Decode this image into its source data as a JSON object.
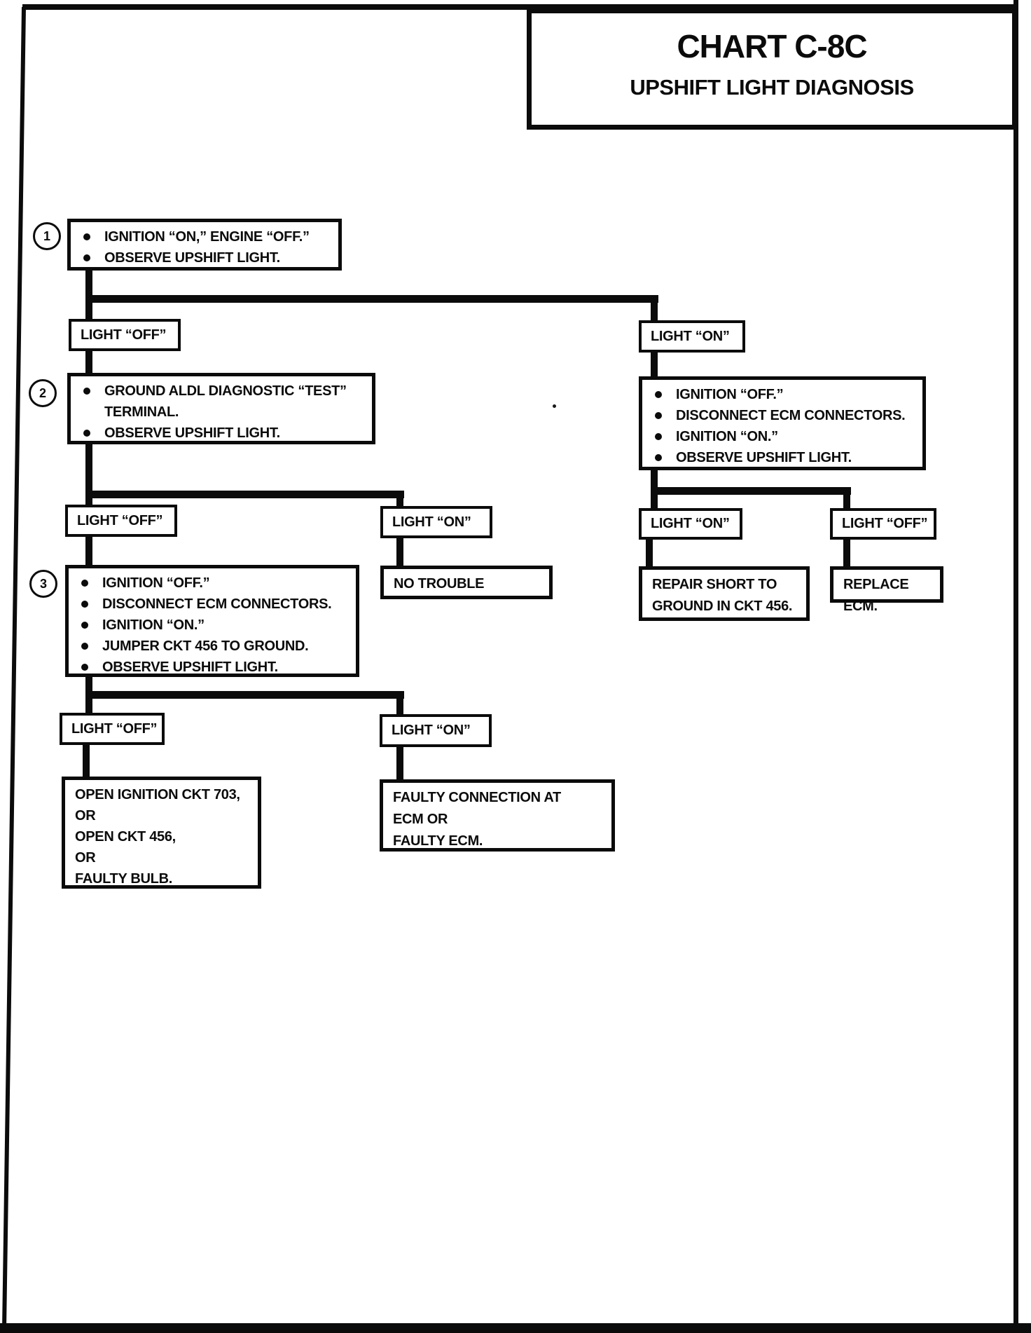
{
  "title": {
    "chart_code": "CHART C-8C",
    "subtitle": "UPSHIFT LIGHT DIAGNOSIS"
  },
  "flow": {
    "step1": {
      "number": "1",
      "items": [
        "IGNITION “ON,” ENGINE “OFF.”",
        "OBSERVE UPSHIFT LIGHT."
      ]
    },
    "row1": {
      "left": "LIGHT “OFF”",
      "right": "LIGHT “ON”"
    },
    "step2": {
      "number": "2",
      "items": [
        "GROUND ALDL DIAGNOSTIC “TEST” TERMINAL.",
        "OBSERVE UPSHIFT LIGHT."
      ]
    },
    "right_steps": {
      "items": [
        "IGNITION “OFF.”",
        "DISCONNECT ECM CONNECTORS.",
        "IGNITION “ON.”",
        "OBSERVE UPSHIFT LIGHT."
      ]
    },
    "row2": {
      "left": "LIGHT “OFF”",
      "mid": "LIGHT “ON”",
      "right_on": "LIGHT “ON”",
      "right_off": "LIGHT “OFF”"
    },
    "step3": {
      "number": "3",
      "items": [
        "IGNITION “OFF.”",
        "DISCONNECT ECM CONNECTORS.",
        "IGNITION “ON.”",
        "JUMPER CKT 456 TO GROUND.",
        "OBSERVE UPSHIFT LIGHT."
      ]
    },
    "no_trouble": "NO TROUBLE",
    "repair_short": {
      "lines": [
        "REPAIR SHORT TO",
        "GROUND IN CKT 456."
      ]
    },
    "replace_ecm": "REPLACE ECM.",
    "row3": {
      "left": "LIGHT “OFF”",
      "right": "LIGHT “ON”"
    },
    "open_circuit": {
      "lines": [
        "OPEN IGNITION CKT 703,",
        "OR",
        "OPEN CKT 456,",
        "OR",
        "FAULTY BULB."
      ]
    },
    "faulty_connection": {
      "lines": [
        "FAULTY CONNECTION AT",
        "ECM OR",
        "FAULTY ECM."
      ]
    }
  }
}
